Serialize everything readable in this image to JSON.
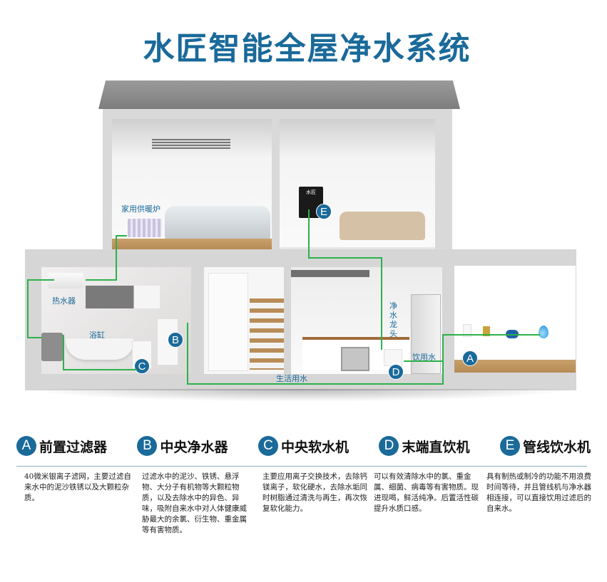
{
  "title": "水匠智能全屋净水系统",
  "colors": {
    "brand_blue": "#1a6a9a",
    "pipe_green": "#2cb14a",
    "house_gray": "#d6d6d6",
    "roof_gray": "#8a8a8a"
  },
  "diagram": {
    "rooms": [
      "bedroom",
      "living-room",
      "bathroom",
      "stairway",
      "kitchen",
      "entry"
    ],
    "labels": {
      "boiler": "家用供暖炉",
      "water_heater": "热水器",
      "bathtub": "浴缸",
      "purified_faucet": "净水龙头",
      "drinking_water": "饮用水",
      "domestic_water": "生活用水"
    },
    "badges": {
      "A": "A",
      "B": "B",
      "C": "C",
      "D": "D",
      "E": "E"
    },
    "wall_unit_screen": "水匠"
  },
  "legend": [
    {
      "badge": "A",
      "title": "前置过滤器",
      "description": "40微米银离子滤网，主要过滤自来水中的泥沙铁锈以及大颗粒杂质。"
    },
    {
      "badge": "B",
      "title": "中央净水器",
      "description": "过滤水中的泥沙、铁锈、悬浮物、大分子有机物等大颗粒物质，以及去除水中的异色、异味，吸附自来水中对人体健康威胁最大的余氯、衍生物、重金属等有害物质。"
    },
    {
      "badge": "C",
      "title": "中央软水机",
      "description": "主要应用离子交换技术，去除钙镁离子，软化硬水，去除水垢同时树脂通过清洗与再生，再次恢复软化能力。"
    },
    {
      "badge": "D",
      "title": "末端直饮机",
      "description": "可以有效清除水中的氯、重金属、细菌、病毒等有害物质。现进现喝，鲜活纯净。后置活性碳提升水质口感。"
    },
    {
      "badge": "E",
      "title": "管线饮水机",
      "description": "具有制热或制冷的功能不用浪费时间等待，并且管线机与净水器相连接，可以直接饮用过滤后的自来水。"
    }
  ]
}
